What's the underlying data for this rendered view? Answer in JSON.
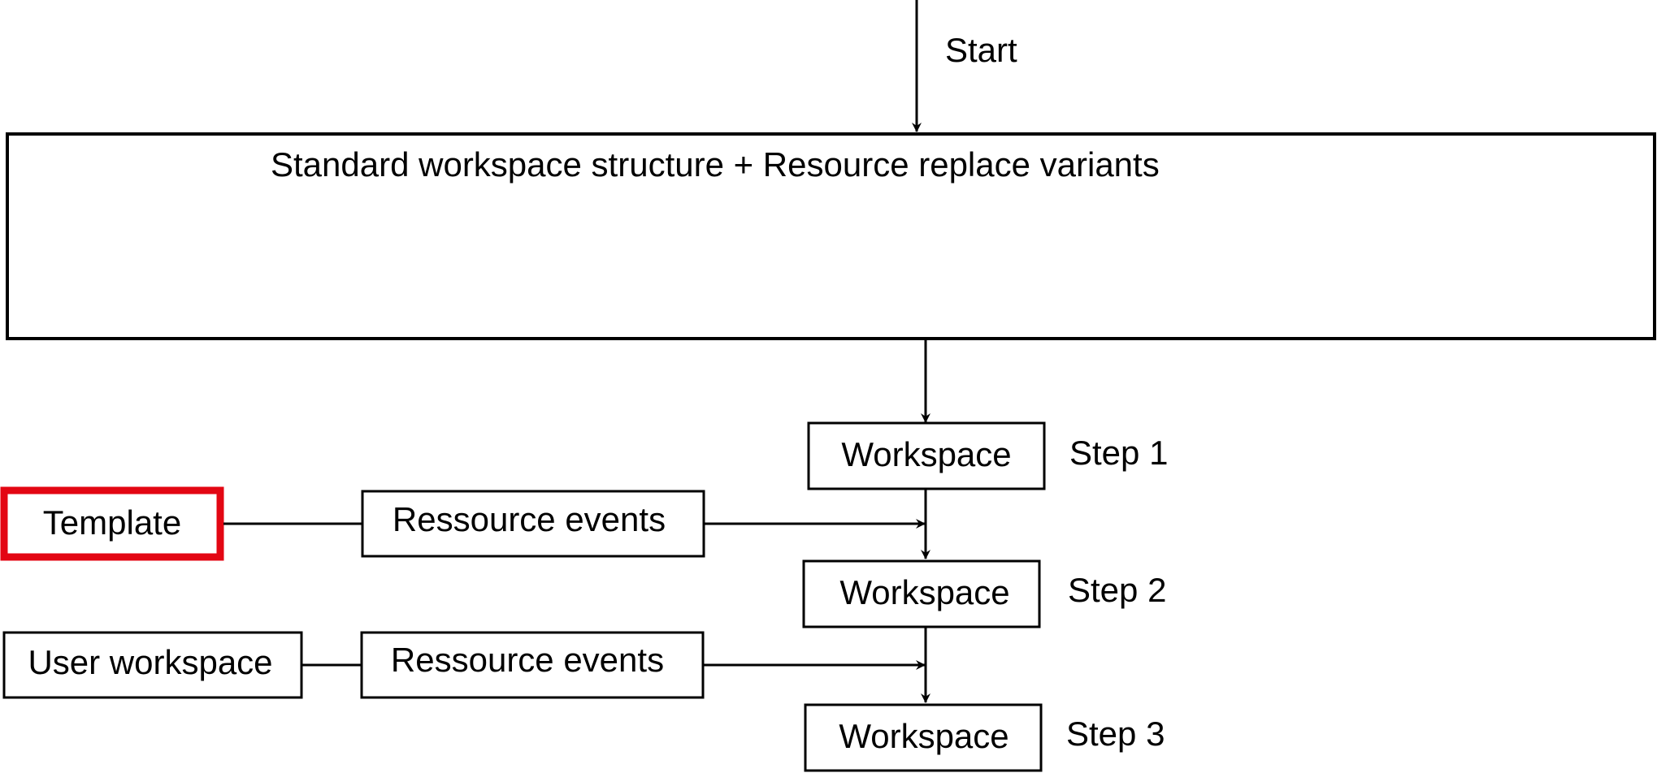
{
  "start_label": "Start",
  "main_box": {
    "label": "Standard workspace structure + Resource replace variants"
  },
  "steps": [
    {
      "box_label": "Workspace",
      "step_label": "Step 1"
    },
    {
      "box_label": "Workspace",
      "step_label": "Step 2"
    },
    {
      "box_label": "Workspace",
      "step_label": "Step 3"
    }
  ],
  "inputs": [
    {
      "source_label": "Template",
      "event_label": "Ressource events",
      "highlight_color": "#e30613"
    },
    {
      "source_label": "User workspace",
      "event_label": "Ressource events"
    }
  ],
  "colors": {
    "stroke": "#000000",
    "highlight": "#e30613"
  }
}
